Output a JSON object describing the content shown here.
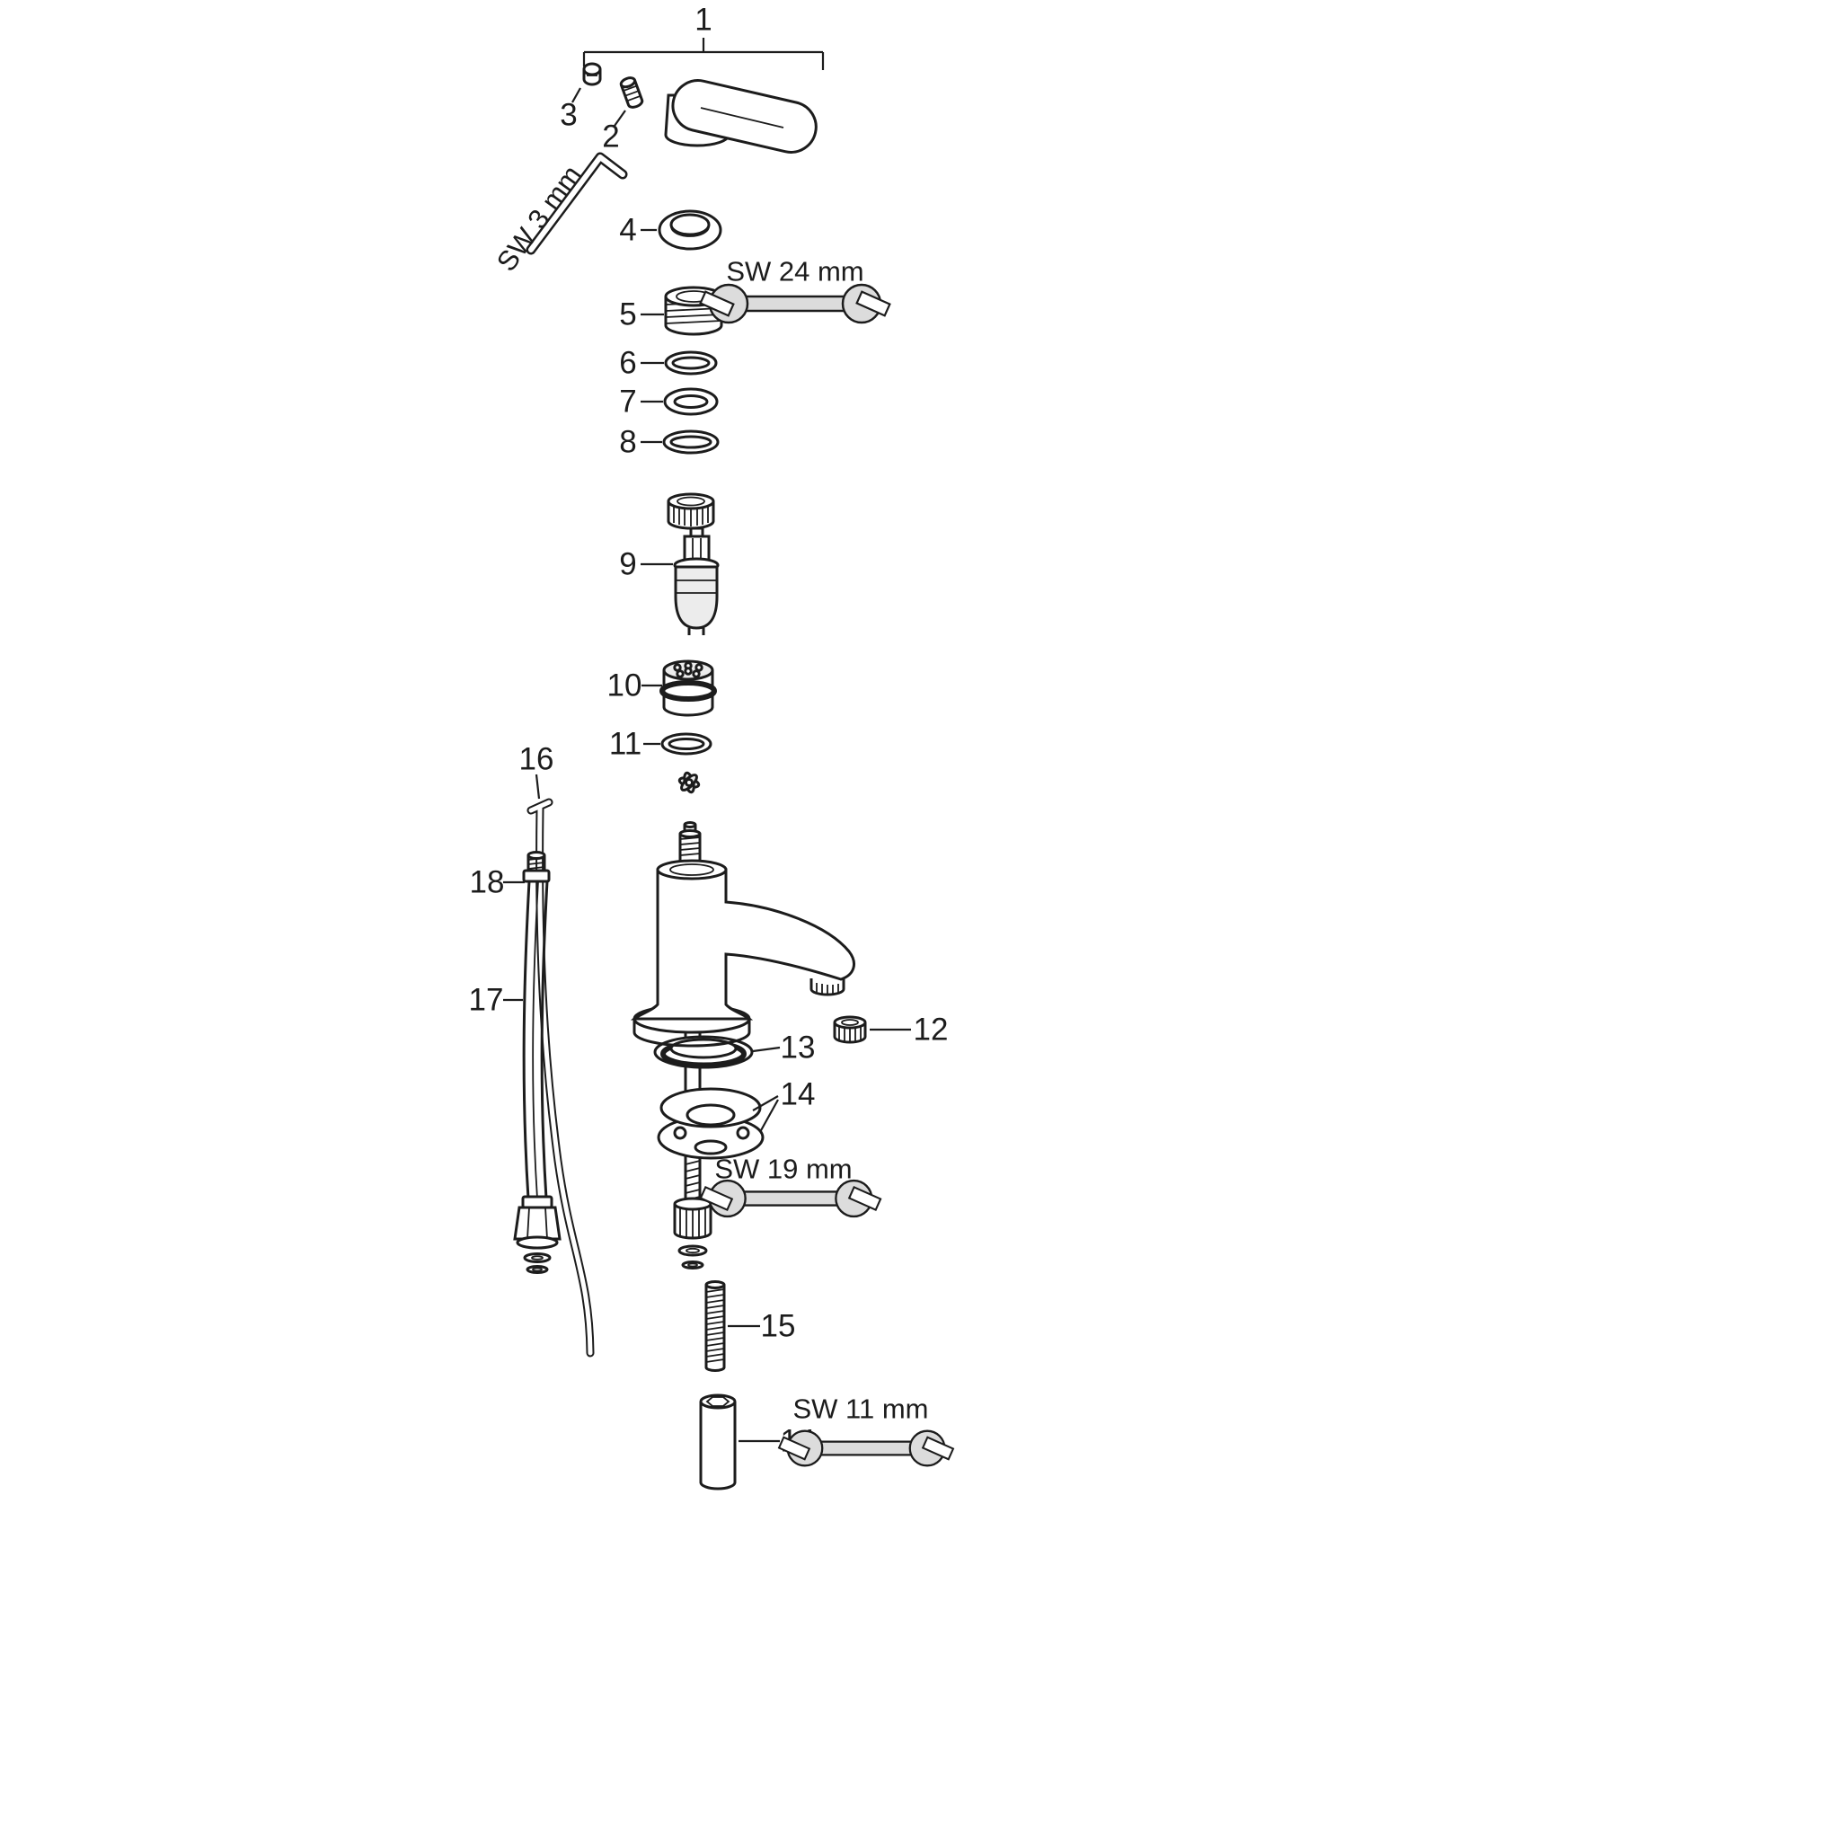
{
  "figure": {
    "callouts": {
      "n1": "1",
      "n2": "2",
      "n3": "3",
      "n4": "4",
      "n5": "5",
      "n6": "6",
      "n7": "7",
      "n8": "8",
      "n9": "9",
      "n10": "10",
      "n11": "11",
      "n12": "12",
      "n13": "13",
      "n14": "14",
      "n15": "15",
      "n16": "16",
      "n17": "17",
      "n18": "18"
    },
    "tools": {
      "allen_key": "SW 3 mm",
      "open_end_wrench_24": "SW 24 mm",
      "open_end_wrench_19": "SW 19 mm",
      "open_end_wrench_11": "SW 11 mm"
    }
  }
}
